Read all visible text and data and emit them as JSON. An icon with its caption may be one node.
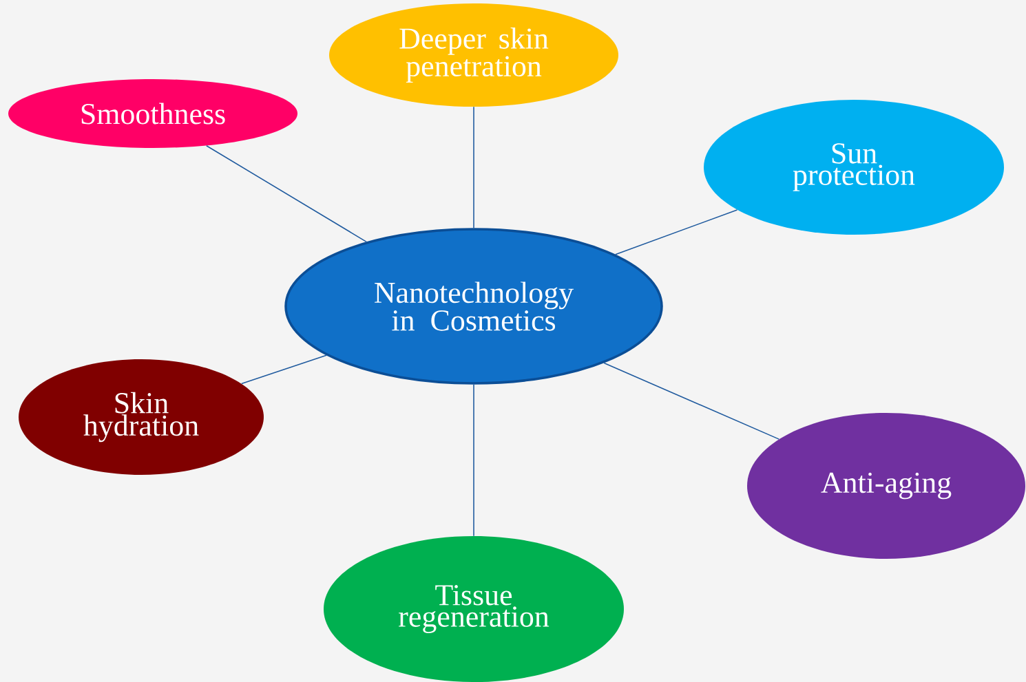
{
  "diagram": {
    "nodes": [
      {
        "text": [
          "Deeper skin penetration"
        ]
      },
      {
        "text": [
          "Smoothness"
        ]
      },
      {
        "text": [
          "Sun protection"
        ]
      },
      {
        "text": [
          "Nanotechnology in Cosmetics"
        ]
      },
      {
        "text": [
          "Skin hydration"
        ]
      },
      {
        "text": [
          "Anti-aging"
        ]
      },
      {
        "text": [
          "Tissue regeneration"
        ]
      }
    ],
    "edges": [
      {
        "from": 3,
        "to": 0,
        "arrow": "none"
      },
      {
        "from": 3,
        "to": 1,
        "arrow": "none"
      },
      {
        "from": 3,
        "to": 2,
        "arrow": "none"
      },
      {
        "from": 3,
        "to": 4,
        "arrow": "none"
      },
      {
        "from": 3,
        "to": 5,
        "arrow": "none"
      },
      {
        "from": 3,
        "to": 6,
        "arrow": "none"
      }
    ]
  }
}
